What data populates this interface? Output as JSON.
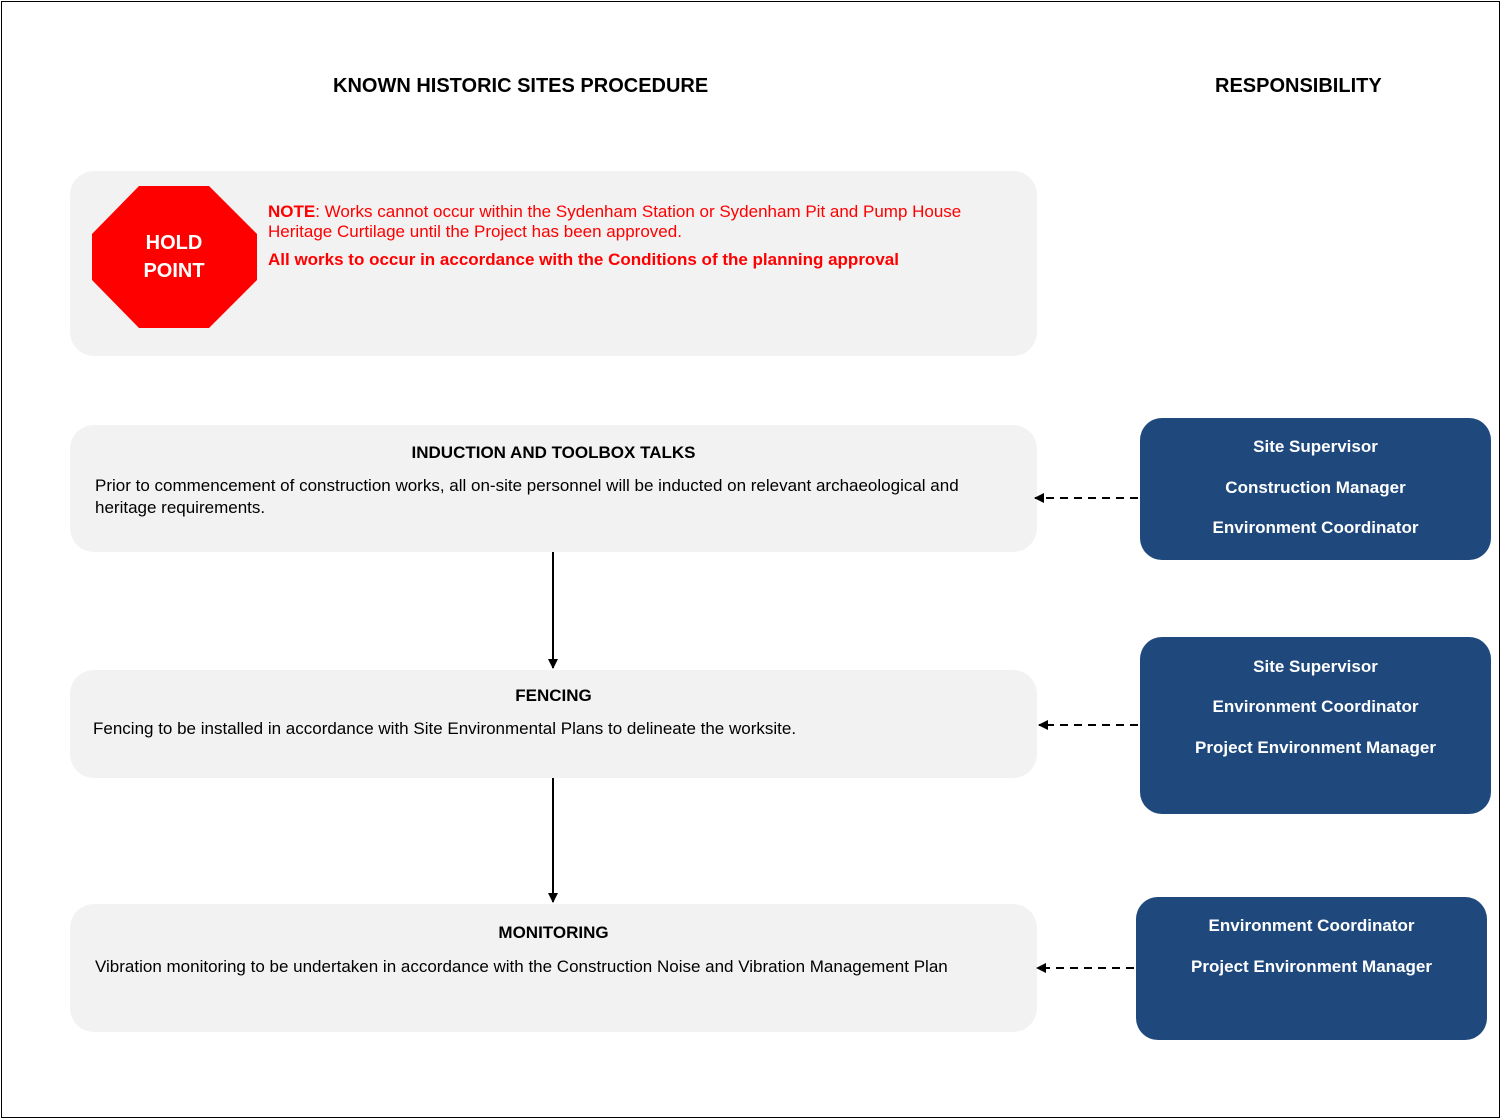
{
  "headers": {
    "procedure": "KNOWN HISTORIC SITES PROCEDURE",
    "responsibility": "RESPONSIBILITY"
  },
  "hold_point": {
    "label_line1": "HOLD",
    "label_line2": "POINT",
    "note_prefix": "NOTE",
    "note_text": ": Works cannot occur within the Sydenham Station or Sydenham Pit and Pump House Heritage Curtilage until the Project has been approved.",
    "note_bold": "All works to occur in accordance with the Conditions of the planning approval",
    "colors": {
      "stop": "#ff0000",
      "note": "#ff0000"
    }
  },
  "steps": [
    {
      "title": "INDUCTION AND TOOLBOX TALKS",
      "body": "Prior to commencement of construction works, all on-site personnel will be inducted on relevant archaeological and heritage requirements.",
      "responsible": [
        "Site Supervisor",
        "Construction Manager",
        "Environment Coordinator"
      ]
    },
    {
      "title": "FENCING",
      "body": "Fencing to be installed in accordance with Site Environmental Plans to delineate the worksite.",
      "responsible": [
        "Site Supervisor",
        "Environment Coordinator",
        "Project Environment Manager"
      ]
    },
    {
      "title": "MONITORING",
      "body": "Vibration monitoring to be undertaken in accordance with the Construction Noise and Vibration Management Plan",
      "responsible": [
        "Environment Coordinator",
        "Project Environment Manager"
      ]
    }
  ],
  "colors": {
    "responsibility_box": "#1f497d",
    "step_box": "#f2f2f2"
  }
}
